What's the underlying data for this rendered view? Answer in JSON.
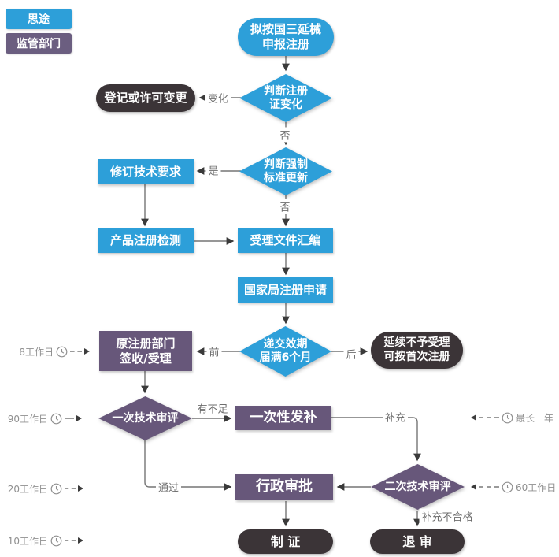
{
  "legend": {
    "company": {
      "label": "思途"
    },
    "regulator": {
      "label": "监管部门"
    }
  },
  "nodes": {
    "start": {
      "text": "拟按国三延械\n申报注册"
    },
    "check_cert_change": {
      "text": "判断注册\n证变化"
    },
    "register_or_license_change": {
      "text": "登记或许可变更"
    },
    "check_standard_update": {
      "text": "判断强制\n标准更新"
    },
    "revise_tech_requirements": {
      "text": "修订技术要求"
    },
    "product_registration_test": {
      "text": "产品注册检测"
    },
    "acceptance_file_compilation": {
      "text": "受理文件汇编"
    },
    "national_bureau_application": {
      "text": "国家局注册申请"
    },
    "submit_before_expiry": {
      "text": "递交效期\n届满6个月"
    },
    "original_dept_accept": {
      "text": "原注册部门\n签收/受理"
    },
    "renewal_rejected": {
      "text": "延续不予受理\n可按首次注册"
    },
    "first_technical_review": {
      "text": "一次技术审评"
    },
    "one_time_supplement": {
      "text": "一次性发补"
    },
    "administrative_approval": {
      "text": "行政审批"
    },
    "second_technical_review": {
      "text": "二次技术审评"
    },
    "issue_certificate": {
      "text": "制 证"
    },
    "return_review": {
      "text": "退 审"
    }
  },
  "edge_labels": {
    "changed": "变化",
    "no_1": "否",
    "yes": "是",
    "no_2": "否",
    "before": "前",
    "after": "后",
    "insufficient": "有不足",
    "supplement": "补充",
    "pass": "通过",
    "supplement_fail": "补充不合格"
  },
  "timeline_left": [
    {
      "label": "8工作日"
    },
    {
      "label": "90工作日"
    },
    {
      "label": "20工作日"
    },
    {
      "label": "10工作日"
    }
  ],
  "timeline_right": [
    {
      "label": "最长一年"
    },
    {
      "label": "60工作日"
    }
  ],
  "colors": {
    "blue": "#2d9fd9",
    "purple": "#67577a",
    "dark": "#3b3437",
    "line": "#757575",
    "arrow": "#3a3a3a",
    "label_text": "#8f8f8f"
  }
}
